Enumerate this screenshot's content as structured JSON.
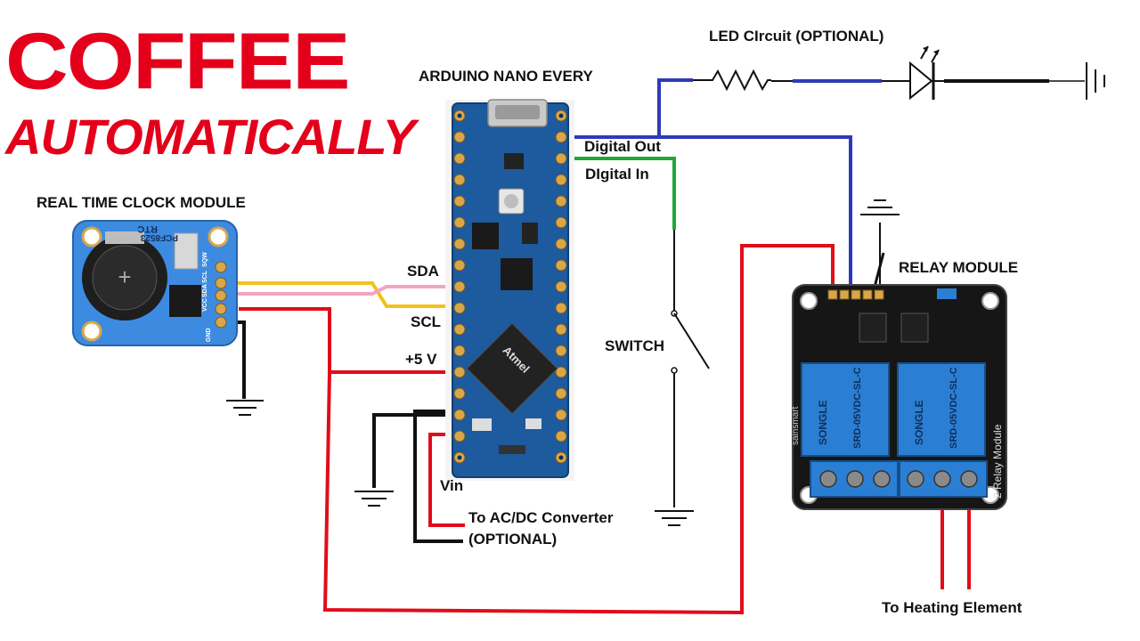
{
  "title": {
    "line1": "COFFEE",
    "line2": "AUTOMATICALLY"
  },
  "labels": {
    "arduino": "ARDUINO NANO EVERY",
    "led_circuit": "LED CIrcuit (OPTIONAL)",
    "digital_out": "Digital Out",
    "digital_in": "DIgital In",
    "rtc": "REAL TIME CLOCK MODULE",
    "sda": "SDA",
    "scl": "SCL",
    "plus5v": "+5 V",
    "switch": "SWITCH",
    "relay": "RELAY MODULE",
    "vin": "Vin",
    "converter_line1": "To AC/DC Converter",
    "converter_line2": "(OPTIONAL)",
    "heating": "To Heating Element"
  },
  "board_text": {
    "rtc_chip": "PCF8523",
    "rtc_label": "RTC",
    "rtc_pins": [
      "SQW",
      "SCL",
      "SDA",
      "VCC",
      "GND"
    ],
    "atmel": "Atmel",
    "relay_brand": "sainsmart",
    "relay_module_text": "2 Relay Module",
    "relay_model": "SRD-05VDC-SL-C",
    "relay_maker": "SONGLE"
  },
  "colors": {
    "title": "#e4001b",
    "wire_red": "#e00d1a",
    "wire_blue": "#2e3bb8",
    "wire_green": "#1fa83a",
    "wire_yellow": "#f2c21a",
    "wire_pink": "#f2a4c4",
    "wire_black": "#111111",
    "arduino_board": "#1d5a9e",
    "rtc_board": "#3d8be0",
    "relay_board": "#161616",
    "relay_blue": "#2a7fd4"
  }
}
